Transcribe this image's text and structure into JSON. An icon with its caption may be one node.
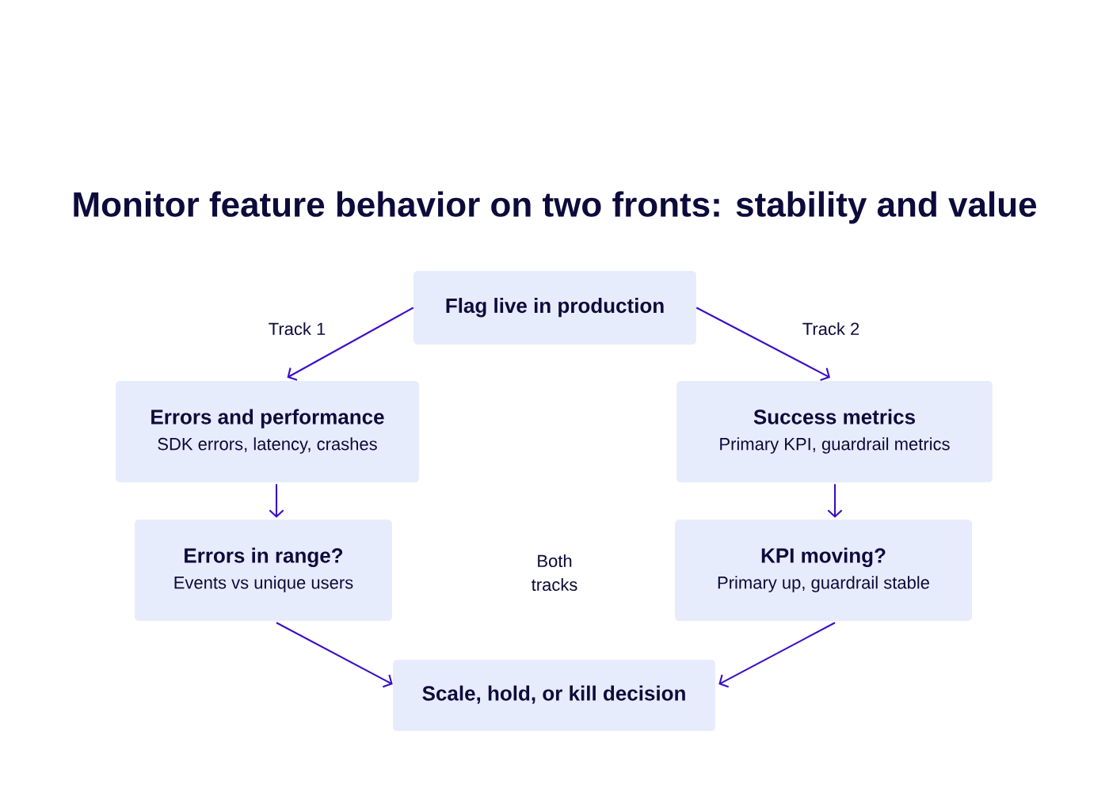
{
  "diagram": {
    "title": "Monitor feature behavior on two fronts: stability and value",
    "nodes": [
      {
        "text": [
          "Flag live in production"
        ]
      },
      {
        "text": [
          "Errors and performance",
          "SDK errors, latency, crashes"
        ]
      },
      {
        "text": [
          "Success metrics",
          "Primary KPI, guardrail metrics"
        ]
      },
      {
        "text": [
          "Errors in range?",
          "Events vs unique users"
        ]
      },
      {
        "text": [
          "KPI moving?",
          "Primary up, guardrail stable"
        ]
      },
      {
        "text": [
          "Scale, hold, or kill decision"
        ]
      }
    ],
    "edges": [
      {
        "from": 0,
        "to": 1,
        "arrow": "to",
        "label": "Track 1"
      },
      {
        "from": 0,
        "to": 2,
        "arrow": "to",
        "label": "Track 2"
      },
      {
        "from": 1,
        "to": 3,
        "arrow": "to"
      },
      {
        "from": 2,
        "to": 4,
        "arrow": "to"
      },
      {
        "from": 3,
        "to": 5,
        "arrow": "to"
      },
      {
        "from": 4,
        "to": 5,
        "arrow": "to"
      }
    ],
    "labels": [
      "Both tracks"
    ]
  }
}
